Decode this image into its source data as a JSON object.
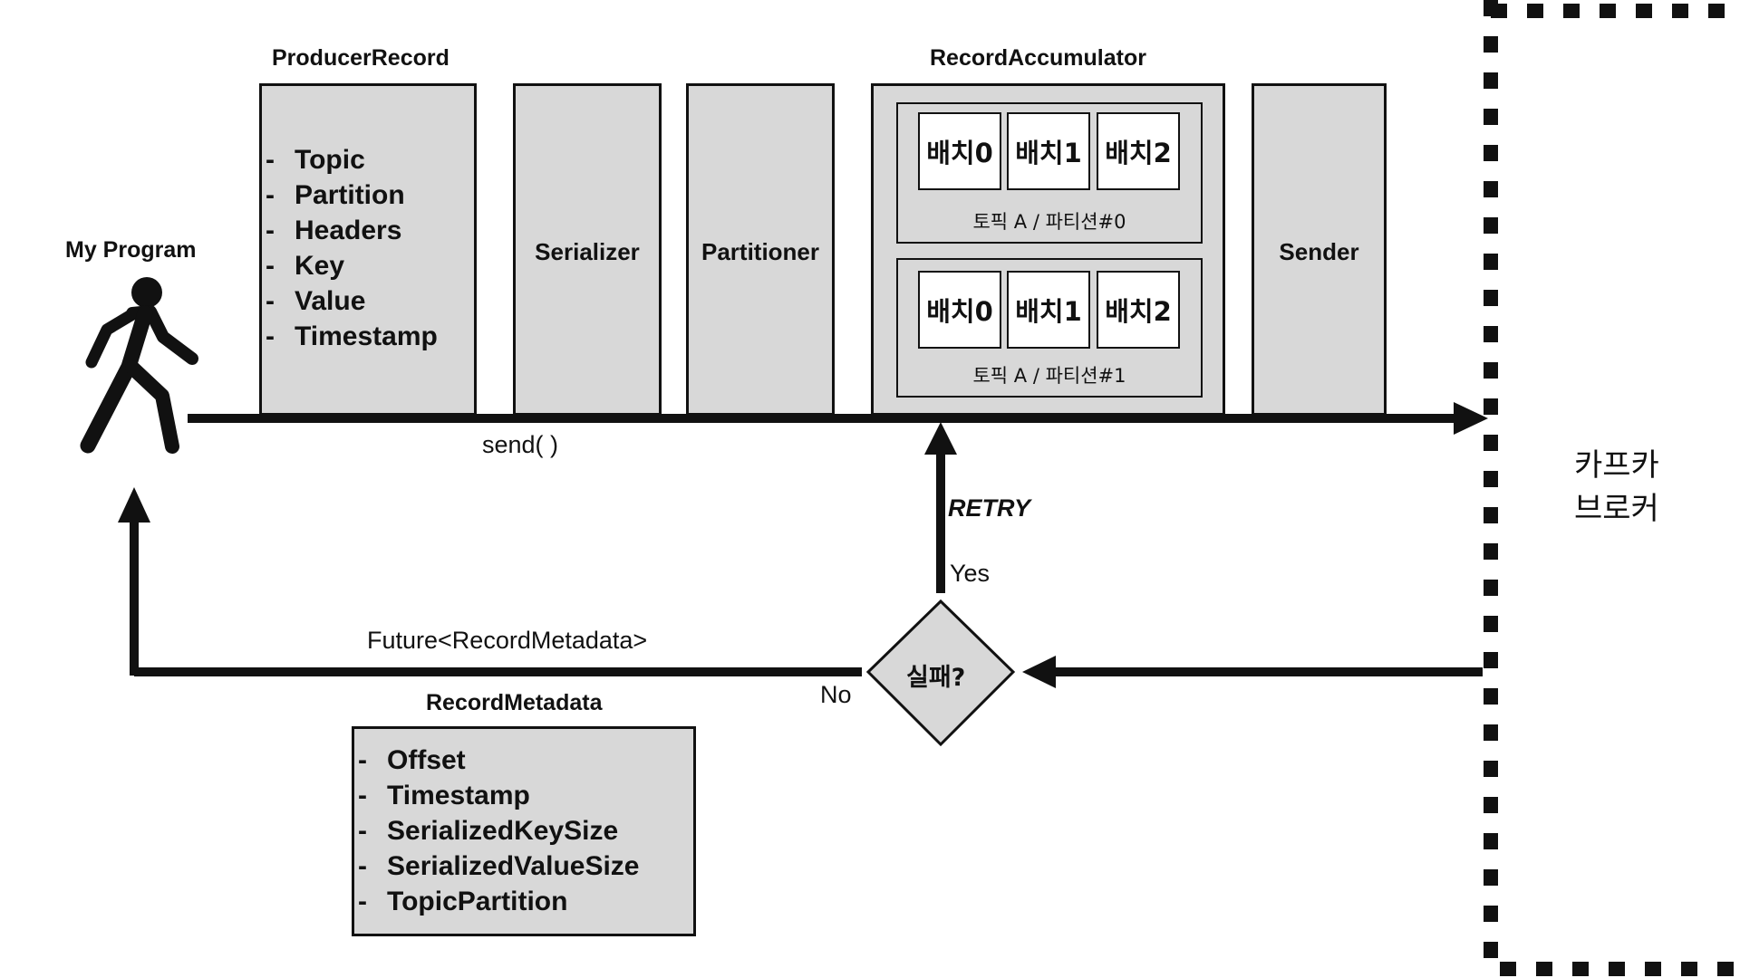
{
  "producer_record": {
    "title": "ProducerRecord",
    "fields": [
      "Topic",
      "Partition",
      "Headers",
      "Key",
      "Value",
      "Timestamp"
    ]
  },
  "my_program": {
    "label": "My Program"
  },
  "serializer": {
    "label": "Serializer"
  },
  "partitioner": {
    "label": "Partitioner"
  },
  "record_accumulator": {
    "title": "RecordAccumulator",
    "partitions": [
      {
        "batches": [
          "배치0",
          "배치1",
          "배치2"
        ],
        "label": "토픽 A / 파티션#0"
      },
      {
        "batches": [
          "배치0",
          "배치1",
          "배치2"
        ],
        "label": "토픽 A / 파티션#1"
      }
    ]
  },
  "sender": {
    "label": "Sender"
  },
  "send_call": {
    "label": "send( )"
  },
  "broker": {
    "line1": "카프카",
    "line2": "브로커"
  },
  "retry": {
    "label": "RETRY",
    "yes": "Yes",
    "no": "No"
  },
  "decision": {
    "label": "실패?"
  },
  "future": {
    "label": "Future<RecordMetadata>"
  },
  "record_metadata": {
    "title": "RecordMetadata",
    "fields": [
      "Offset",
      "Timestamp",
      "SerializedKeySize",
      "SerializedValueSize",
      "TopicPartition"
    ]
  },
  "colors": {
    "box_fill": "#d8d8d8",
    "stroke": "#111111",
    "background": "#ffffff"
  }
}
